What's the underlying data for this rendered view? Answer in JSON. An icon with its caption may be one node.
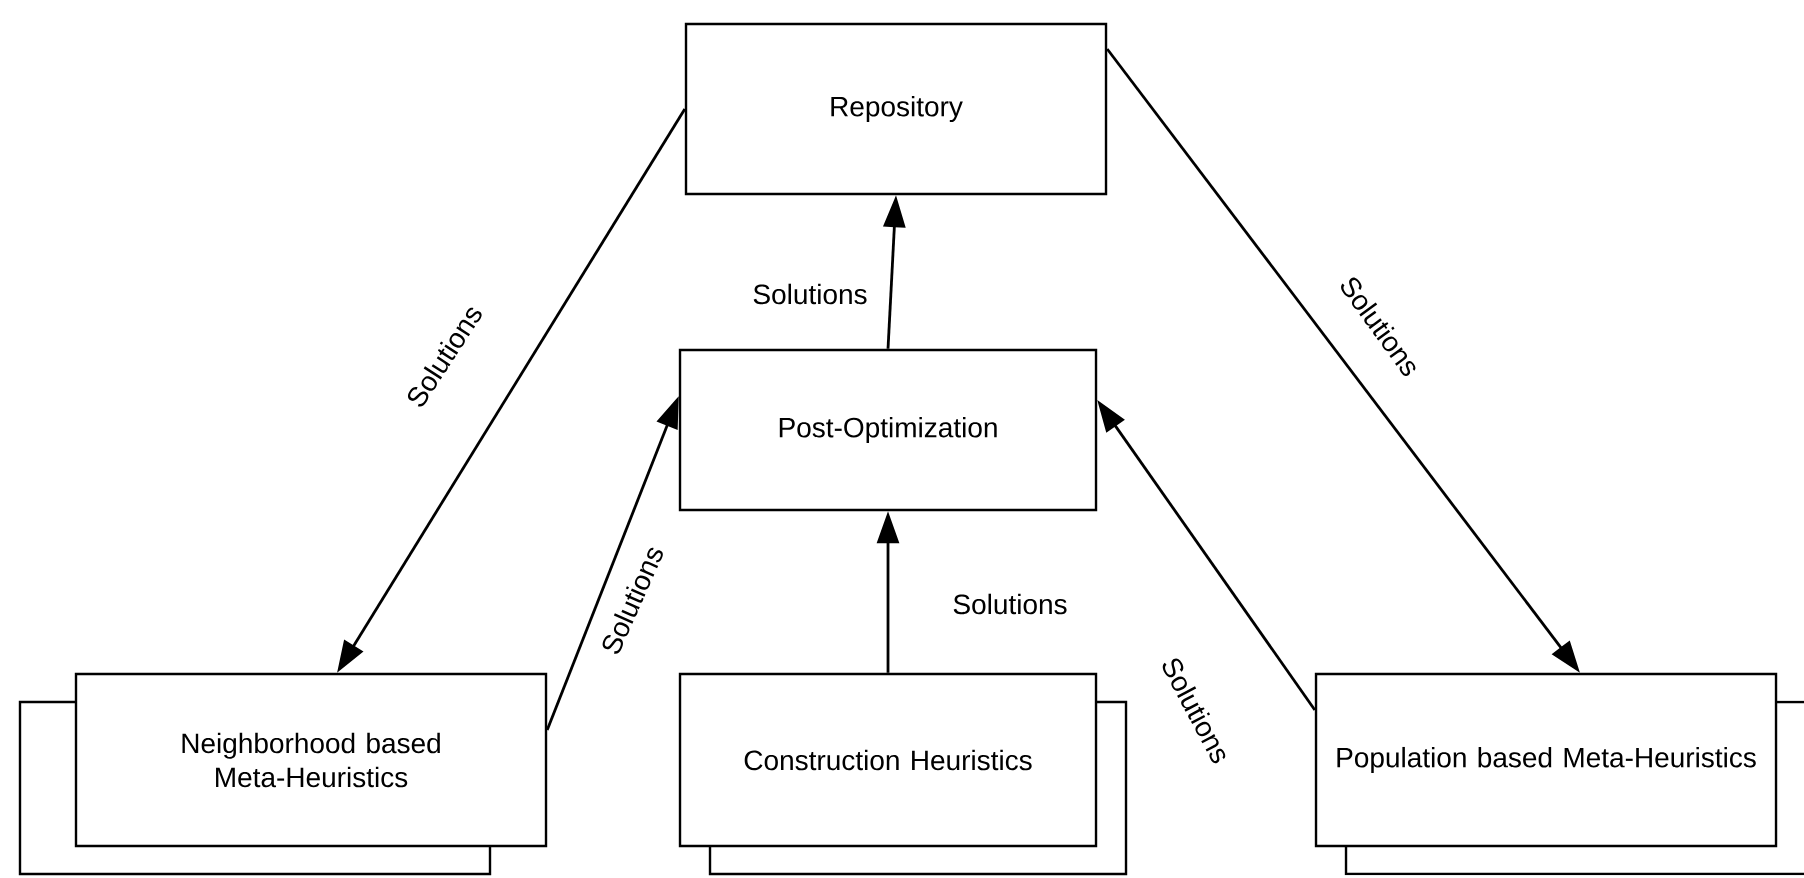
{
  "diagram": {
    "nodes": [
      {
        "text": [
          "Repository"
        ]
      },
      {
        "text": [
          "Post-Optimization"
        ]
      },
      {
        "text": [
          "Neighborhood based Meta-Heuristics"
        ]
      },
      {
        "text": [
          "Construction Heuristics"
        ]
      },
      {
        "text": [
          "Population based Meta-Heuristics"
        ]
      }
    ],
    "edges": [
      {
        "from": 0,
        "to": 2,
        "arrow": "to",
        "label": "Solutions"
      },
      {
        "from": 2,
        "to": 1,
        "arrow": "to",
        "label": "Solutions"
      },
      {
        "from": 3,
        "to": 1,
        "arrow": "to",
        "label": "Solutions"
      },
      {
        "from": 4,
        "to": 1,
        "arrow": "to",
        "label": "Solutions"
      },
      {
        "from": 1,
        "to": 0,
        "arrow": "to",
        "label": "Solutions"
      },
      {
        "from": 0,
        "to": 4,
        "arrow": "to",
        "label": "Solutions"
      }
    ]
  }
}
